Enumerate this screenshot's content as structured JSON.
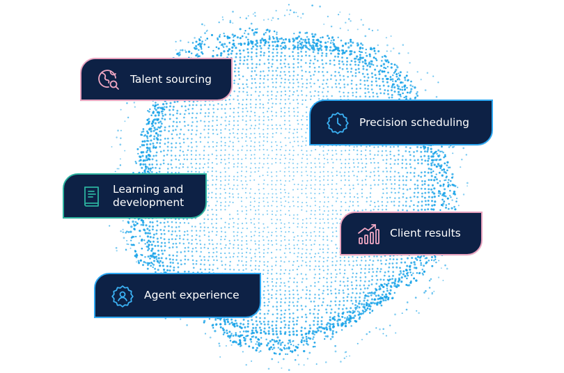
{
  "pills": {
    "talent": {
      "label": "Talent sourcing",
      "icon": "globe-search-icon",
      "border_color": "#e9a3bf"
    },
    "precision": {
      "label": "Precision scheduling",
      "icon": "badge-clock-icon",
      "border_color": "#2ea8f2"
    },
    "learning": {
      "label": "Learning and\ndevelopment",
      "icon": "book-icon",
      "border_color": "#2cb39f"
    },
    "client": {
      "label": "Client results",
      "icon": "growth-chart-icon",
      "border_color": "#e9a3bf"
    },
    "agent": {
      "label": "Agent experience",
      "icon": "badge-person-icon",
      "border_color": "#2ea8f2"
    }
  },
  "colors": {
    "pill_bg": "#0d2145",
    "dot": "#1aa3e8",
    "icon_pink": "#f2a9c4",
    "icon_blue": "#3bb2f5",
    "icon_teal": "#2cb39f"
  }
}
